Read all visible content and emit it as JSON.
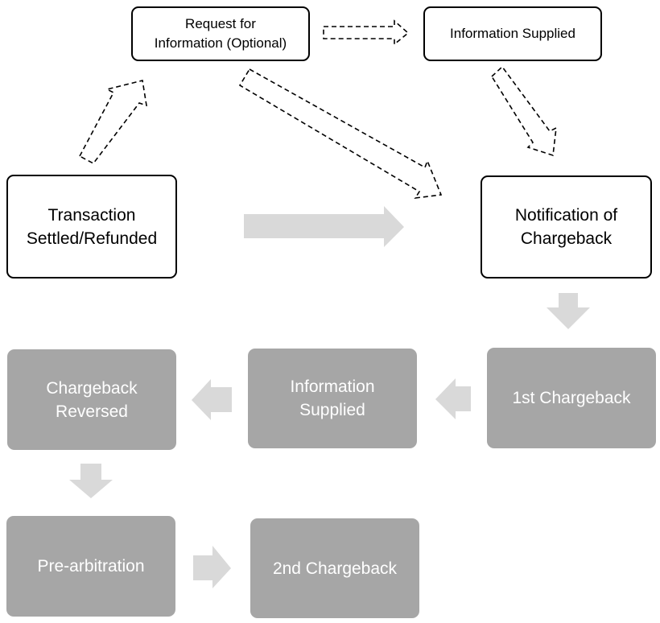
{
  "nodes": {
    "request_info": "Request for\nInformation (Optional)",
    "info_supplied_top": "Information Supplied",
    "transaction": "Transaction\nSettled/Refunded",
    "notification": "Notification of\nChargeback",
    "first_chargeback": "1st Chargeback",
    "info_supplied_mid": "Information\nSupplied",
    "chargeback_reversed": "Chargeback\nReversed",
    "pre_arbitration": "Pre-arbitration",
    "second_chargeback": "2nd Chargeback"
  },
  "colors": {
    "outline_border": "#000000",
    "filled_box": "#a6a6a6",
    "solid_arrow": "#d9d9d9",
    "dashed_arrow": "#000000"
  }
}
